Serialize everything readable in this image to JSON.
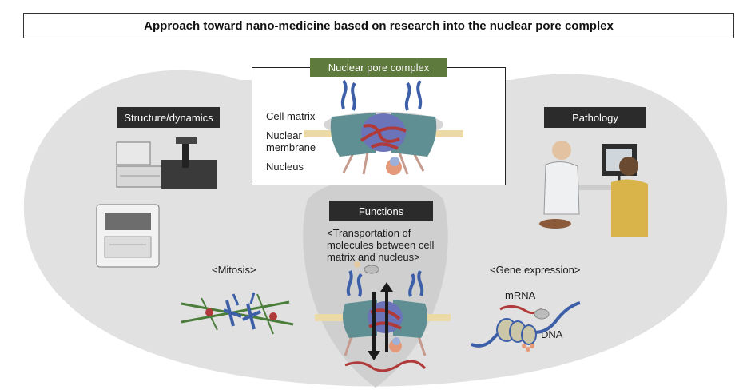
{
  "title": "Approach toward nano-medicine based on research into the nuclear pore complex",
  "labels": {
    "structure": "Structure/dynamics",
    "pathology": "Pathology",
    "npc": "Nuclear pore complex",
    "functions": "Functions"
  },
  "npc_parts": {
    "cell_matrix": "Cell matrix",
    "nuclear_1": "Nuclear",
    "nuclear_2": "membrane",
    "nucleus": "Nucleus"
  },
  "function_items": {
    "transport_1": "<Transportation of",
    "transport_2": "molecules between cell",
    "transport_3": "matrix and nucleus>",
    "mitosis": "<Mitosis>",
    "gene_expression": "<Gene expression>",
    "mrna": "mRNA",
    "dna": "DNA"
  },
  "colors": {
    "background_shape": "#e1e1e1",
    "center_shape": "#cfcfcf",
    "dark_label": "#2b2b2b",
    "green_label": "#5e7a3c",
    "pore_teal": "#5f8f92",
    "pore_red": "#b03a3a",
    "fiber_blue": "#3d5fa8",
    "membrane_tan": "#ecd9a8"
  }
}
